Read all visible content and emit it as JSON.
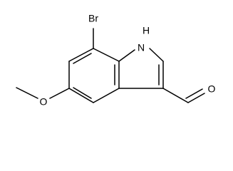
{
  "molecule": {
    "atom_labels": {
      "bromine": "Br",
      "nitrogen_h": "H",
      "nitrogen": "N",
      "methoxy_oxygen": "O",
      "aldehyde_oxygen": "O"
    },
    "colors": {
      "bond": "#000000",
      "label": "#000000",
      "background": "#ffffff"
    }
  }
}
